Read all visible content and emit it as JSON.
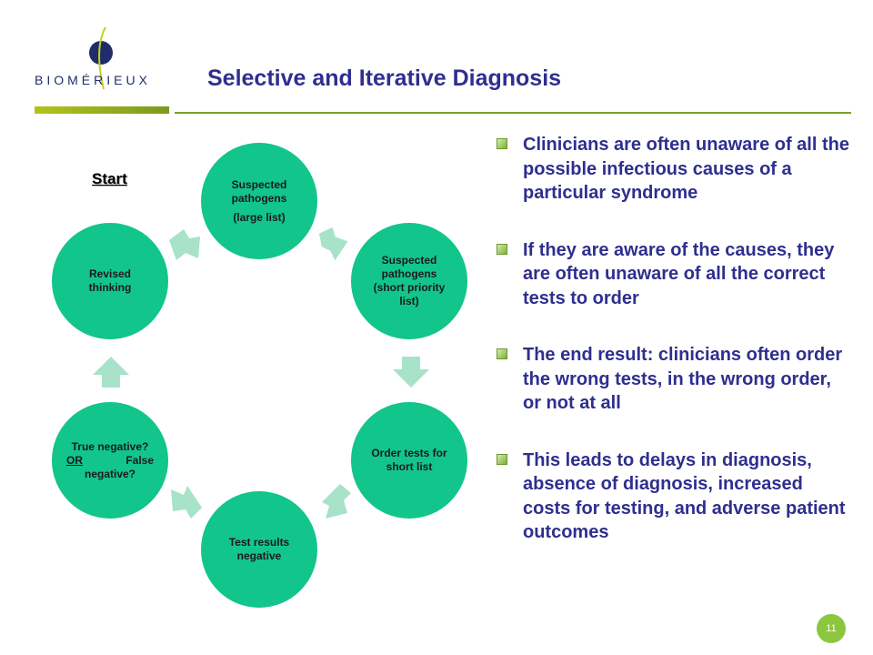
{
  "brand": {
    "logo_text": "BIOMÉRIEUX"
  },
  "title": "Selective and Iterative Diagnosis",
  "diagram": {
    "start_label": "Start",
    "nodes": {
      "suspected_large": {
        "line1": "Suspected pathogens",
        "line2": "(large list)"
      },
      "suspected_short": "Suspected pathogens (short priority list)",
      "order_tests": "Order tests for short list",
      "test_results": "Test results negative",
      "true_negative": {
        "line1": "True negative?",
        "or": "OR",
        "line2": "False negative?"
      },
      "revised": "Revised thinking"
    }
  },
  "bullets": [
    "Clinicians are often unaware of all the possible infectious causes of a particular syndrome",
    "If they are aware of the causes, they are often unaware of all the correct tests to order",
    "The end result: clinicians often order the wrong tests, in the wrong order, or not at all",
    "This leads to delays in diagnosis, absence of diagnosis, increased costs for testing, and adverse patient outcomes"
  ],
  "page_number": "11",
  "colors": {
    "node": "#12c58b",
    "arrow": "#a8e2c8",
    "title": "#2e2f8f",
    "accent": "#8cc63f"
  }
}
